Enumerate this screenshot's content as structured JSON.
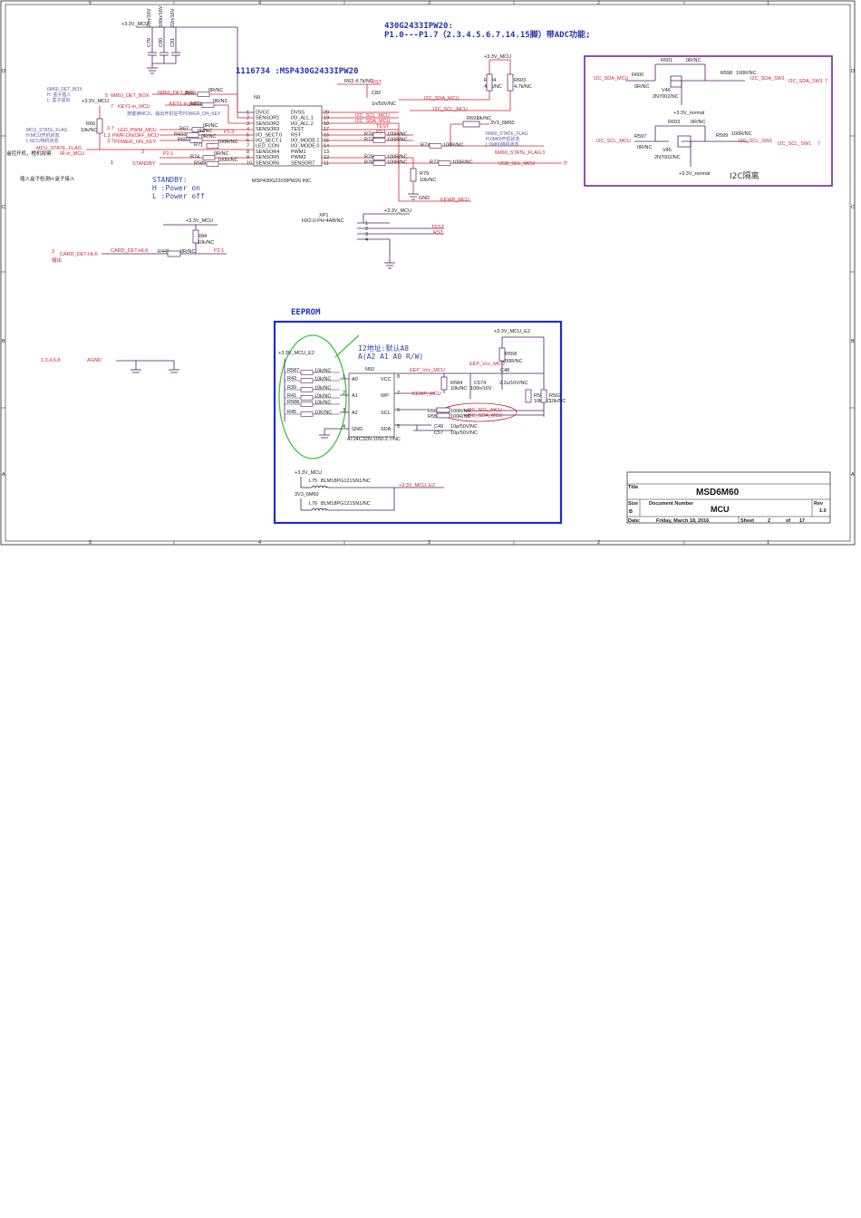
{
  "sheet": {
    "border_cols": [
      "5",
      "4",
      "3",
      "2",
      "1"
    ],
    "border_rows": [
      "D",
      "C",
      "B",
      "A"
    ]
  },
  "header": {
    "mcu_title": "430G2433IPW20:",
    "adc_note": "P1.0---P1.7（2.3.4.5.6.7.14.15脚）带ADC功能;",
    "part_title": "1116734 :MSP430G2433IPW20"
  },
  "mcu": {
    "ref": "N9",
    "part": "MSP430G2203IPW20 INC",
    "left_pins": [
      {
        "num": "1",
        "name": "DVCC"
      },
      {
        "num": "2",
        "name": "SENSOR1"
      },
      {
        "num": "3",
        "name": "SENSOR2"
      },
      {
        "num": "4",
        "name": "SENSOR3"
      },
      {
        "num": "5",
        "name": "I/O_SECT.0"
      },
      {
        "num": "6",
        "name": "I/O_SECT.1"
      },
      {
        "num": "7",
        "name": "LED_CON"
      },
      {
        "num": "8",
        "name": "SENSOR4"
      },
      {
        "num": "9",
        "name": "SENSOR5"
      },
      {
        "num": "10",
        "name": "SENSOR6"
      }
    ],
    "right_pins": [
      {
        "num": "20",
        "name": "DVSS"
      },
      {
        "num": "19",
        "name": "I/O_ALL.1"
      },
      {
        "num": "18",
        "name": "I/O_ALL.2"
      },
      {
        "num": "17",
        "name": "TEST"
      },
      {
        "num": "16",
        "name": "RST"
      },
      {
        "num": "15",
        "name": "I/O_MODE.1"
      },
      {
        "num": "14",
        "name": "I/O_MODE.0"
      },
      {
        "num": "13",
        "name": "PWM1"
      },
      {
        "num": "12",
        "name": "PWM2"
      },
      {
        "num": "11",
        "name": "SENSOR7"
      }
    ]
  },
  "caps_top": {
    "net": "+3.3V_MCU",
    "labels": [
      "C79",
      "22n/16V",
      "C80",
      "100n/16V",
      "C81",
      "22n/16V"
    ]
  },
  "left_side": {
    "note_det_box": "6M60_DET_BOX",
    "note_det_box2": "H: 盒子插入",
    "note_det_box3": "L: 盒子拔出",
    "vcc": "+3.3V_MCU",
    "r66": "R66",
    "r66_val": "10k/NC",
    "note_state": "MCU_STATE_FLAG",
    "note_state2": "H:MCU开机状态",
    "note_state3": "L:MCU待机状态",
    "note_standby": "遥控开机，橙机按键",
    "sig_det_box": "6M60_DET_BOX",
    "sig_key": "KEY1-in_MCU",
    "sig_led": "LED_PWM_MCU",
    "sig_pwr": "PWR-ON/OFF_MCU",
    "sig_power_on": "POWER_ON_KEY",
    "sig_state": "MCU_STATE_FLAG",
    "sig_standby": "STANDBY",
    "sig_irin": "IR-in_MCU",
    "key_note": "按键读MCU，输出开机信号POWER_ON_KEY",
    "port_det": "5",
    "port_key": "7",
    "port_led": "3.7",
    "port_pwr": "1.3",
    "port_pwron": "3.7",
    "port_state": "3",
    "port_standby": "1",
    "p21": "P2.1",
    "p13": "P1.3",
    "box_note": "插入盒子检测H 盒子接入"
  },
  "resistors_left": [
    {
      "ref": "R65",
      "val": "0R/NC"
    },
    {
      "ref": "R483",
      "val": "0R/NC"
    },
    {
      "ref": "R67",
      "val": "0R/NC"
    },
    {
      "ref": "R433",
      "val": "0R/NC"
    },
    {
      "ref": "R602",
      "val": "0R/NC"
    },
    {
      "ref": "R71",
      "val": "100R/NC"
    },
    {
      "ref": "R74",
      "val": "0R/NC"
    },
    {
      "ref": "R589",
      "val": "100R/NC"
    }
  ],
  "resistors_right": [
    {
      "ref": "R70",
      "val": "100R/NC"
    },
    {
      "ref": "R72",
      "val": "100R/NC"
    },
    {
      "ref": "R73",
      "val": "100R/NC"
    },
    {
      "ref": "R75",
      "val": "100R/NC"
    },
    {
      "ref": "R76",
      "val": "100R/NC"
    },
    {
      "ref": "R77",
      "val": "100R/NC"
    },
    {
      "ref": "R79",
      "val": "10k/NC"
    }
  ],
  "right_nets": {
    "i2c_sda": "I2C_SDA_MCU",
    "i2c_scl": "I2C_SCL_MCU",
    "test": "TEST",
    "rst": "RST",
    "rst_top": "RST",
    "usb_sel": "USB_SEL_MCU",
    "state_flag": "6M60_STATE_FLAG",
    "state_note": "6M60_STATE_FLAG",
    "state_note2": "H:6M60开机状态",
    "state_note3": "L:6M60待机状态",
    "eewp": "EEWP_MCU",
    "gnd": "GND",
    "vcc": "+3.3V_MCU",
    "v6m60": "3V3_6M60",
    "r691": "R691",
    "r691_val": "0k/NC",
    "r604": "R604",
    "r604_val": "4.7k/NC",
    "r603": "R603",
    "r603_val": "4.7k/NC",
    "r63": "R63",
    "r63_val": "4.7k/NC",
    "c82": "C82",
    "c82_val": "1n/50V/NC",
    "port_7": "7",
    "port_usb_7": "7",
    "port_3": "3"
  },
  "standby": {
    "title": "STANDBY:",
    "line1": "H :Power on",
    "line2": "L :Power off"
  },
  "xp1": {
    "net": "+3.3V_MCU",
    "ref": "XP1",
    "part": "HX2.0-PH-4AB/NC",
    "pins": [
      "1",
      "2",
      "3",
      "4"
    ],
    "nets": [
      "TEST",
      "RST"
    ]
  },
  "card_det": {
    "vcc": "+3.3V_MCU",
    "r84": "R84",
    "r84_val": "10k/NC",
    "r445": "R445",
    "r445_val": "0R/NC",
    "net": "CARD_DET-HLK",
    "port": "3",
    "note": "输出",
    "p21": "P2.1"
  },
  "agnd": {
    "refs": "1,3,4,6,8",
    "net": "AGND"
  },
  "i2c_iso": {
    "label": "I2C隔离",
    "r601": "R601",
    "r601_val": "0R/NC",
    "r600": "R600",
    "r600_val": "0R/NC",
    "r598": "R598",
    "r598_val": "100R/NC",
    "r603b": "R603",
    "r603b_val": "0R/NC",
    "r597": "R597",
    "r597_val": "0R/NC",
    "r599": "R599",
    "r599_val": "100R/NC",
    "v46": "V46",
    "v46_part": "2N7002/NC",
    "v45": "V45",
    "v45_part": "2N7002/NC",
    "sda_mcu": "I2C_SDA_MCU",
    "sda_sw": "I2C_SDA_SW1",
    "sda_sw2": "I2C_SDA_SW1",
    "scl_mcu": "I2C_SCL_MCU",
    "scl_sw": "I2C_SCL_SW1",
    "scl_sw2": "I2C_SCL_SW1",
    "vnorm1": "+3.3V_normal",
    "vnorm2": "+3.3V_normal",
    "port_sda": "7",
    "port_scl": "7"
  },
  "eeprom": {
    "title": "EEPROM",
    "addr_title": "I2地址:默认A8",
    "addr_sub": "A(A2 A1 A0 R/W)",
    "vcc": "+3.3V_MCU_E2",
    "vcc2": "+3.3V_MCU_E2",
    "ref": "N50",
    "part": "AT24C32N-10SI-2.7/NC",
    "left_pins": [
      {
        "num": "1",
        "name": "A0"
      },
      {
        "num": "2",
        "name": "A1"
      },
      {
        "num": "3",
        "name": "A2"
      },
      {
        "num": "4",
        "name": "GND"
      }
    ],
    "right_pins": [
      {
        "num": "8",
        "name": "VCC"
      },
      {
        "num": "7",
        "name": "WP"
      },
      {
        "num": "6",
        "name": "SCL"
      },
      {
        "num": "5",
        "name": "SDA"
      }
    ],
    "resistors": [
      {
        "ref": "R587",
        "val": "10k/NC"
      },
      {
        "ref": "R43",
        "val": "10k/NC"
      },
      {
        "ref": "R39",
        "val": "10k/NC"
      },
      {
        "ref": "R41",
        "val": "10k/NC"
      },
      {
        "ref": "R588",
        "val": "10k/NC"
      },
      {
        "ref": "R45",
        "val": "10K/NC"
      }
    ],
    "eep_vcc": "EEP_Vcc_MCU",
    "eep_vcc2": "EEP_Vcc_MCU",
    "eewp": "EEWP_MCU",
    "r584": "R584",
    "r584_val": "10k/NC",
    "c574": "C574",
    "c574_val": "100n/16V",
    "c48": "C48",
    "c48_val": "2.2u/10V/NC",
    "r558": "R558",
    "r558_val": "100R/NC",
    "r561": "R561",
    "r561_val": "10k/NC",
    "r562": "R562",
    "r562_val": "10k/NC",
    "r565": "R565",
    "r565_val": "100R/NC",
    "r559": "R559",
    "r559_val": "100R/NC",
    "c49": "C49",
    "c49_val": "10p/50V/NC",
    "c57": "C57",
    "c57_val": "10p/50V/NC",
    "scl": "I2C_SCL_MCU",
    "sda": "I2C_SDA_MCU",
    "vmcu": "+3.3V_MCU",
    "v6m60": "3V3_6M60",
    "l75": "L75",
    "l75_part": "BLM18PG121SN1/NC",
    "l76": "L76",
    "l76_part": "BLM18PG121SN1/NC",
    "out": "+3.3V_MCU_E2"
  },
  "title_block": {
    "title_label": "Title",
    "title": "MSD6M60",
    "size_label": "Size",
    "size": "B",
    "docnum_label": "Document Number",
    "docnum": "MCU",
    "rev_label": "Rev",
    "rev": "1.0",
    "date_label": "Date:",
    "date": "Friday, March 18, 2016",
    "sheet_label": "Sheet",
    "sheet": "2",
    "of_label": "of",
    "total": "17"
  }
}
